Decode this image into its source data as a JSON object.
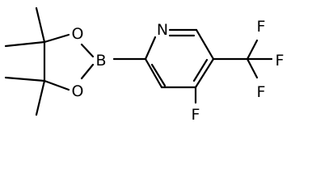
{
  "atoms": {
    "n": "N",
    "b": "B",
    "o_top": "O",
    "o_bottom": "O",
    "f_ring": "F",
    "f_cf3_top": "F",
    "f_cf3_right": "F",
    "f_cf3_bottom": "F"
  }
}
